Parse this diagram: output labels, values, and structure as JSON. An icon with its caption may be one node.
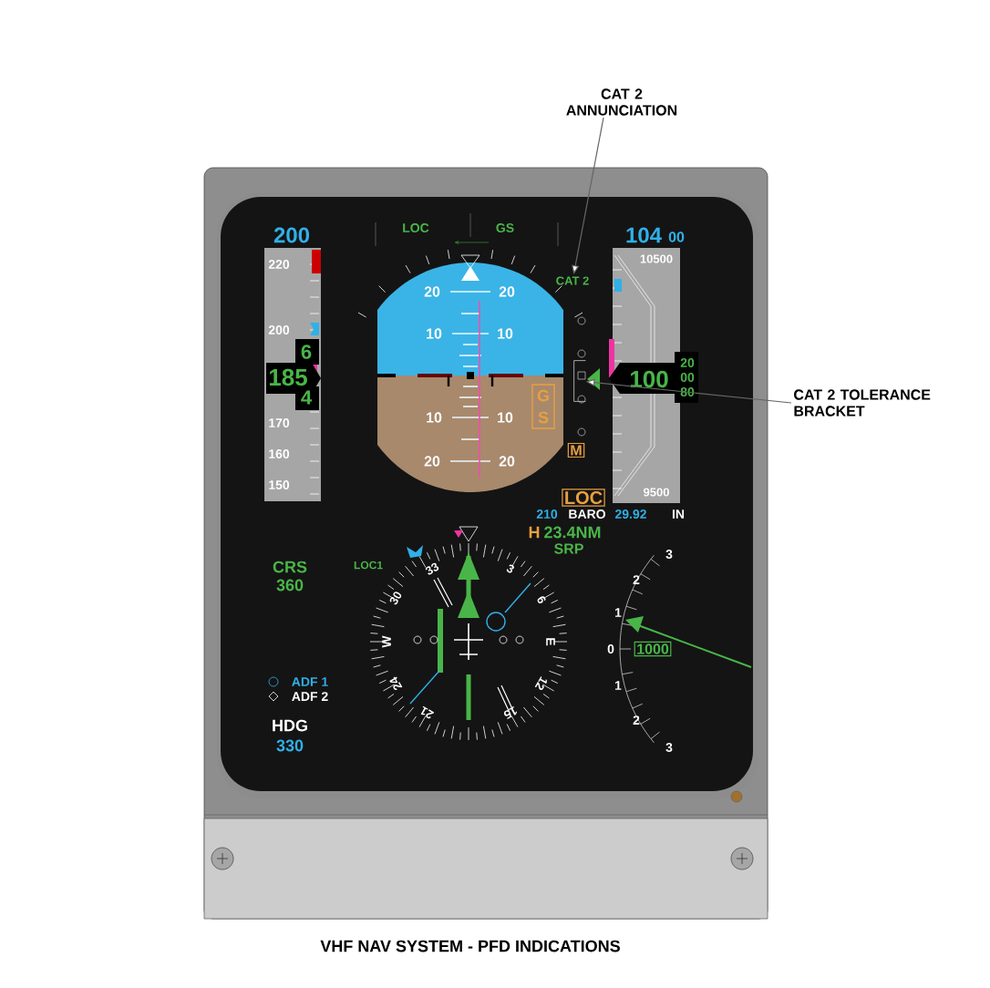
{
  "diagram": {
    "caption": "VHF NAV SYSTEM - PFD INDICATIONS",
    "nodes": [
      {
        "text": [
          "CAT 2 ANNUNCIATION"
        ]
      },
      {
        "text": [
          "CAT 2"
        ]
      },
      {
        "text": [
          "CAT 2 TOLERANCE BRACKET"
        ]
      },
      {
        "text": [],
        "shape": "bracket"
      }
    ],
    "edges": [
      {
        "from": 0,
        "to": 1,
        "arrow": "to"
      },
      {
        "from": 2,
        "to": 3,
        "arrow": "to"
      }
    ],
    "labels": [
      "LOC",
      "GS",
      "200",
      "220",
      "200",
      "6",
      "185",
      "4",
      "170",
      "160",
      "150",
      "20",
      "20",
      "10",
      "10",
      "10",
      "10",
      "20",
      "20",
      "G",
      "S",
      "M",
      "104",
      "00",
      "10500",
      "20",
      "100",
      "00",
      "80",
      "9500",
      "LOC",
      "210",
      "BARO",
      "29.92",
      "IN",
      "H",
      "23.4NM",
      "SRP",
      "CRS",
      "360",
      "LOC1",
      "33",
      "3",
      "30",
      "6",
      "W",
      "E",
      "24",
      "12",
      "21",
      "15",
      "3",
      "2",
      "1",
      "0",
      "1000",
      "1",
      "2",
      "3",
      "ADF 1",
      "ADF 2",
      "HDG",
      "330"
    ]
  }
}
